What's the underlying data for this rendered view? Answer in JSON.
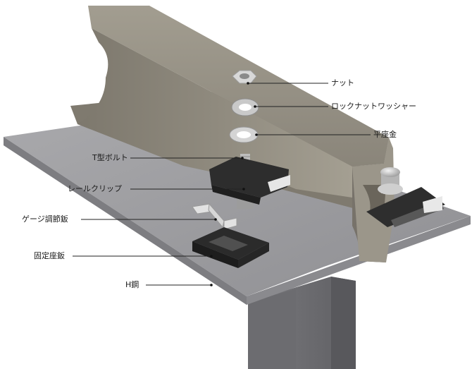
{
  "labels": {
    "nut": "ナット",
    "lock_washer": "ロックナットワッシャー",
    "flat_washer": "平座金",
    "t_bolt": "T型ボルト",
    "rail_clip": "レールクリップ",
    "gauge_plate": "ゲージ調節鈑",
    "fixed_seat": "固定座鈑",
    "h_steel": "H鋼"
  },
  "colors": {
    "rail": "#8f8a7e",
    "rail_dark": "#6e695e",
    "steel_plate": "#a3a3a6",
    "clip": "#2b2b2b",
    "bolt": "#c9c9c9",
    "leader": "#222222"
  }
}
